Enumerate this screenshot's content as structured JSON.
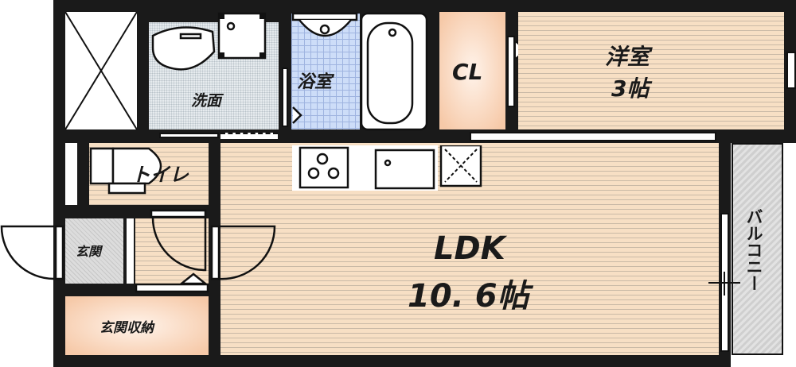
{
  "rooms": {
    "washroom": "洗面",
    "bathroom": "浴室",
    "closet": "CL",
    "western_room": "洋室",
    "western_room_size": "3帖",
    "toilet": "トイレ",
    "entrance": "玄関",
    "entrance_storage": "玄関収納",
    "ldk": "LDK",
    "ldk_size": "10. 6帖",
    "balcony": "バルコニー"
  },
  "colors": {
    "wall": "#1a1a1a",
    "flooring": "#f7dfc4",
    "bathroom": "#cdddf8",
    "closet": "#f6c9a8",
    "balcony": "#d8d8d8"
  }
}
